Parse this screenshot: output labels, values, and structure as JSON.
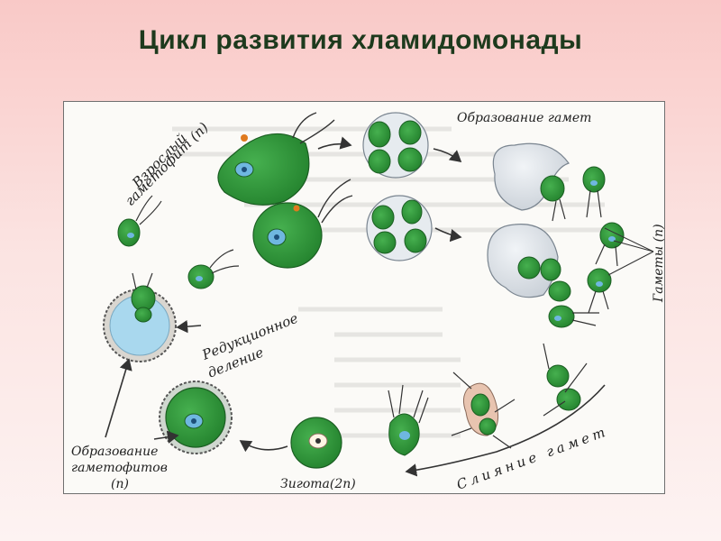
{
  "slide": {
    "title": "Цикл развития хламидомонады"
  },
  "diagram": {
    "labels": {
      "adult_line1": "Взрослый",
      "adult_line2": "гаметофит (п)",
      "gamete_formation": "Образование гамет",
      "gametes": "Гаметы (п)",
      "reduction_line1": "Редукционное",
      "reduction_line2": "деление",
      "gametophyte_formation_line1": "Образование",
      "gametophyte_formation_line2": "гаметофитов",
      "gametophyte_formation_line3": "(п)",
      "zygote": "Зигота(2п)",
      "fusion": "Слияние гамет"
    },
    "colors": {
      "cell_green": "#2e9a3a",
      "cell_dark": "#1f6e27",
      "nucleus": "#6fb7e0",
      "eyespot": "#e07a1e",
      "zygote_halo": "#a9d8ee",
      "membrane": "#d9dde2",
      "fusion_pink": "#e8c4b0",
      "arrow": "#333333"
    }
  }
}
